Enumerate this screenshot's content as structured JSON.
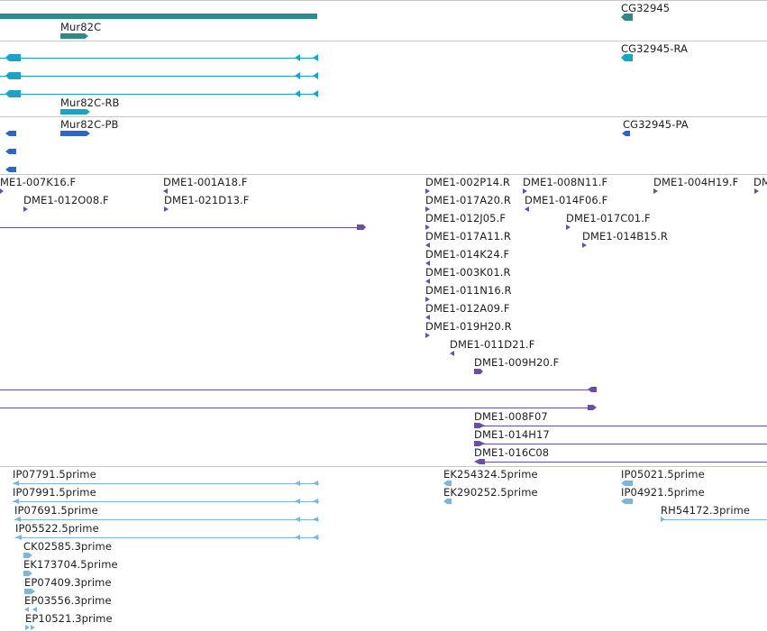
{
  "colors": {
    "gene_top": "#2e8a86",
    "gene_rna": "#1aa3c4",
    "gene_protein": "#2f66c4",
    "ests": "#6a4ea6",
    "cdna": "#7fb4dc",
    "separator": "#c8c8c8"
  },
  "tracks": {
    "gene": {
      "labels": [
        "Mur82C",
        "CG32945"
      ]
    },
    "transcripts": {
      "labels": [
        "Mur82C-RB",
        "CG32945-RA"
      ]
    },
    "proteins": {
      "labels": [
        "Mur82C-PB",
        "CG32945-PA"
      ]
    },
    "ests": {
      "labels": [
        "ME1-007K16.F",
        "DME1-012O08.F",
        "DME1-001A18.F",
        "DME1-021D13.F",
        "DME1-002P14.R",
        "DME1-008N11.F",
        "DME1-004H19.F",
        "DM",
        "DME1-017A20.R",
        "DME1-014F06.F",
        "DME1-012J05.F",
        "DME1-017C01.F",
        "DME1-017A11.R",
        "DME1-014B15.R",
        "DME1-014K24.F",
        "DME1-003K01.R",
        "DME1-011N16.R",
        "DME1-012A09.F",
        "DME1-019H20.R",
        "DME1-011D21.F",
        "DME1-009H20.F",
        "DME1-008F07",
        "DME1-014H17",
        "DME1-016C08"
      ]
    },
    "cdna": {
      "labels": [
        "IP07791.5prime",
        "EK254324.5prime",
        "IP05021.5prime",
        "IP07991.5prime",
        "EK290252.5prime",
        "IP04921.5prime",
        "IP07691.5prime",
        "RH54172.3prime",
        "IP05522.5prime",
        "CK02585.3prime",
        "EK173704.5prime",
        "EP07409.3prime",
        "EP03556.3prime",
        "EP10521.3prime"
      ]
    }
  }
}
